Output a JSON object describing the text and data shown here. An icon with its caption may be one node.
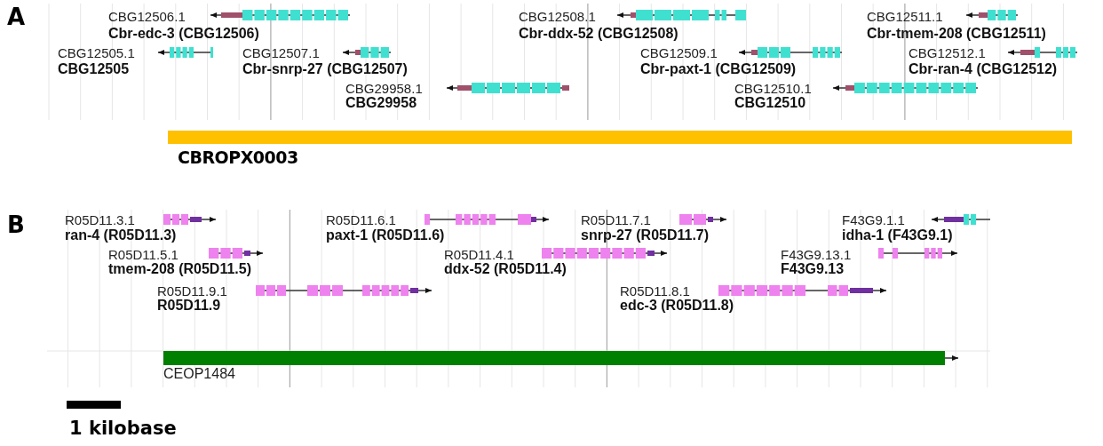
{
  "diagram": {
    "labels": [
      "A",
      "CBG12506.1",
      "Cbr-edc-3 (CBG12506)",
      "CBG12508.1",
      "Cbr-ddx-52 (CBG12508)",
      "CBG12511.1",
      "Cbr-tmem-208 (CBG12511)",
      "CBG12505.1",
      "CBG12505",
      "CBG12507.1",
      "Cbr-snrp-27 (CBG12507)",
      "CBG12509.1",
      "Cbr-paxt-1 (CBG12509)",
      "CBG12512.1",
      "Cbr-ran-4 (CBG12512)",
      "CBG29958.1",
      "CBG29958",
      "CBG12510.1",
      "CBG12510",
      "CBROPX0003",
      "B",
      "R05D11.3.1",
      "ran-4 (R05D11.3)",
      "R05D11.6.1",
      "paxt-1 (R05D11.6)",
      "R05D11.7.1",
      "snrp-27 (R05D11.7)",
      "F43G9.1.1",
      "idha-1 (F43G9.1)",
      "R05D11.5.1",
      "tmem-208 (R05D11.5)",
      "R05D11.4.1",
      "ddx-52 (R05D11.4)",
      "F43G9.13.1",
      "F43G9.13",
      "R05D11.9.1",
      "R05D11.9",
      "R05D11.8.1",
      "edc-3 (R05D11.8)",
      "CEOP1484",
      "1 kilobase"
    ]
  }
}
